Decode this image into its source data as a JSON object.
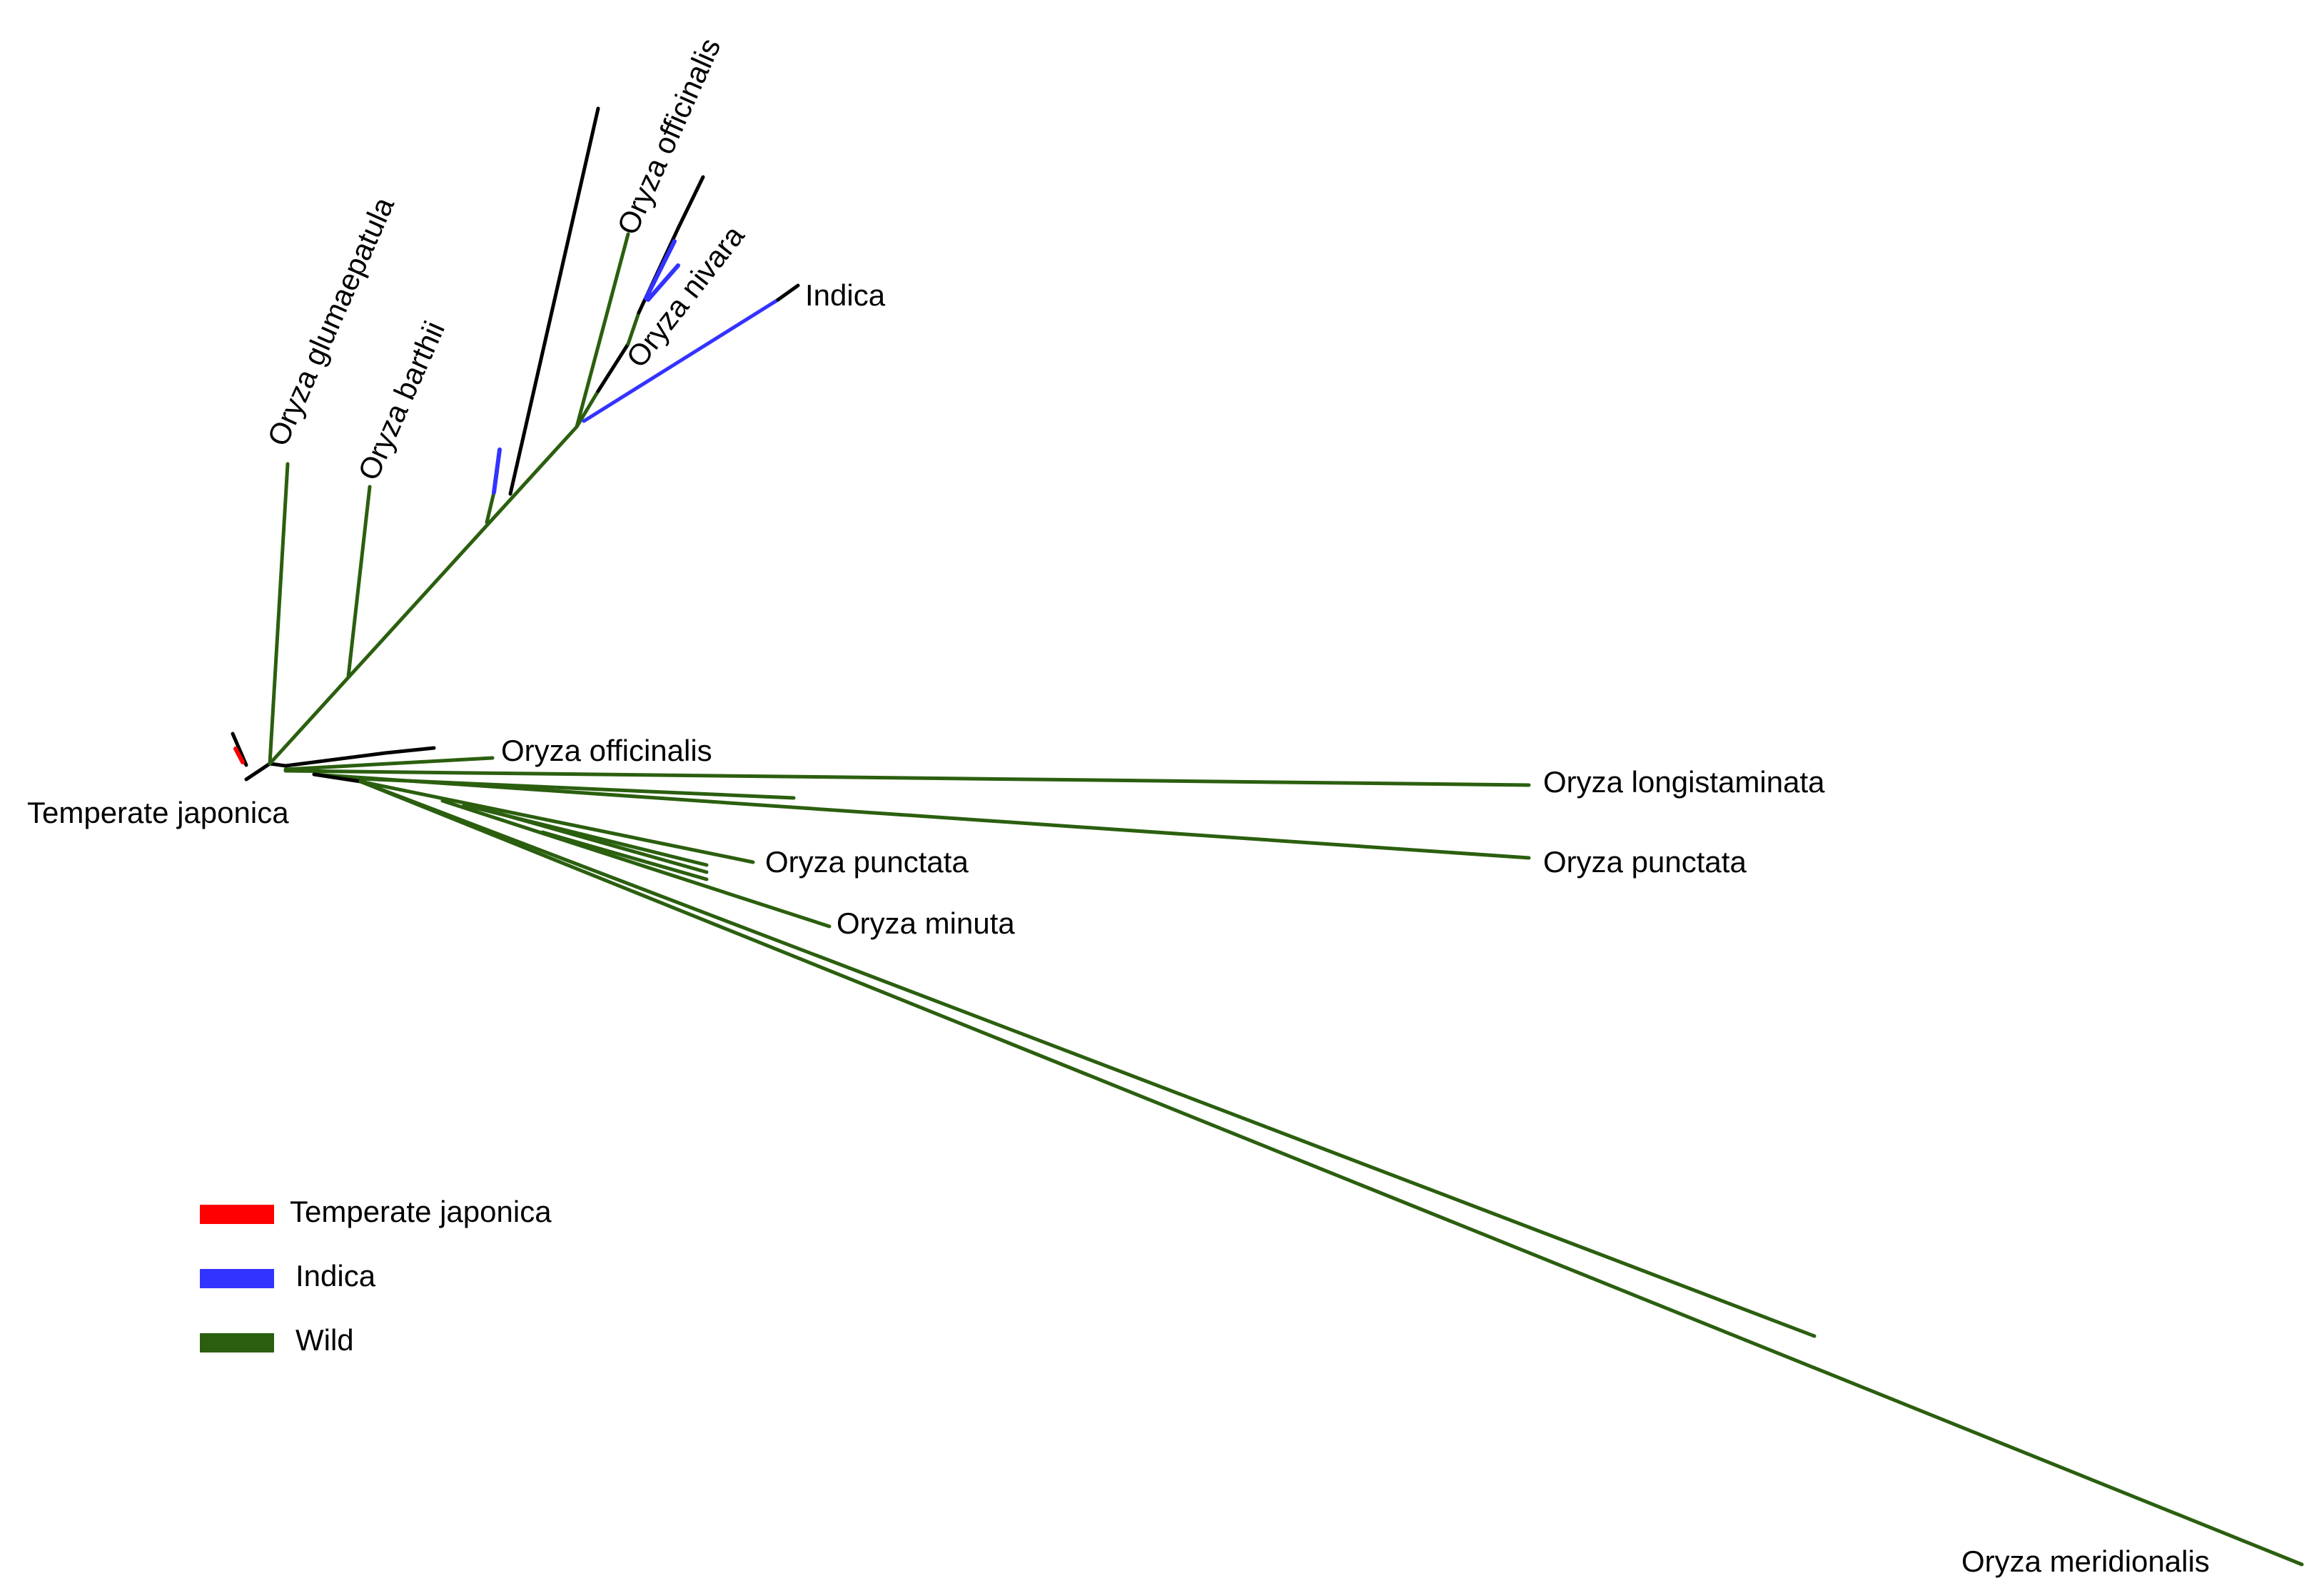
{
  "labels": {
    "temperate_japonica": "Temperate japonica",
    "glumaepatula": "Oryza glumaepatula",
    "barthii": "Oryza barthii",
    "officinalis_top": "Oryza officinalis",
    "nivara": "Oryza nivara",
    "indica": "Indica",
    "officinalis_mid": "Oryza officinalis",
    "longistaminata": "Oryza longistaminata",
    "punctata_far": "Oryza punctata",
    "punctata_near": "Oryza punctata",
    "minuta": "Oryza minuta",
    "meridionalis": "Oryza meridionalis"
  },
  "legend": [
    {
      "label": "Temperate japonica",
      "color": "#ff0000"
    },
    {
      "label": "Indica",
      "color": "#3333ff"
    },
    {
      "label": "Wild",
      "color": "#2b5f0f"
    }
  ],
  "colors": {
    "wild": "#2b5f0f",
    "indica": "#3333ff",
    "temperate": "#ff0000",
    "other": "#000000"
  }
}
